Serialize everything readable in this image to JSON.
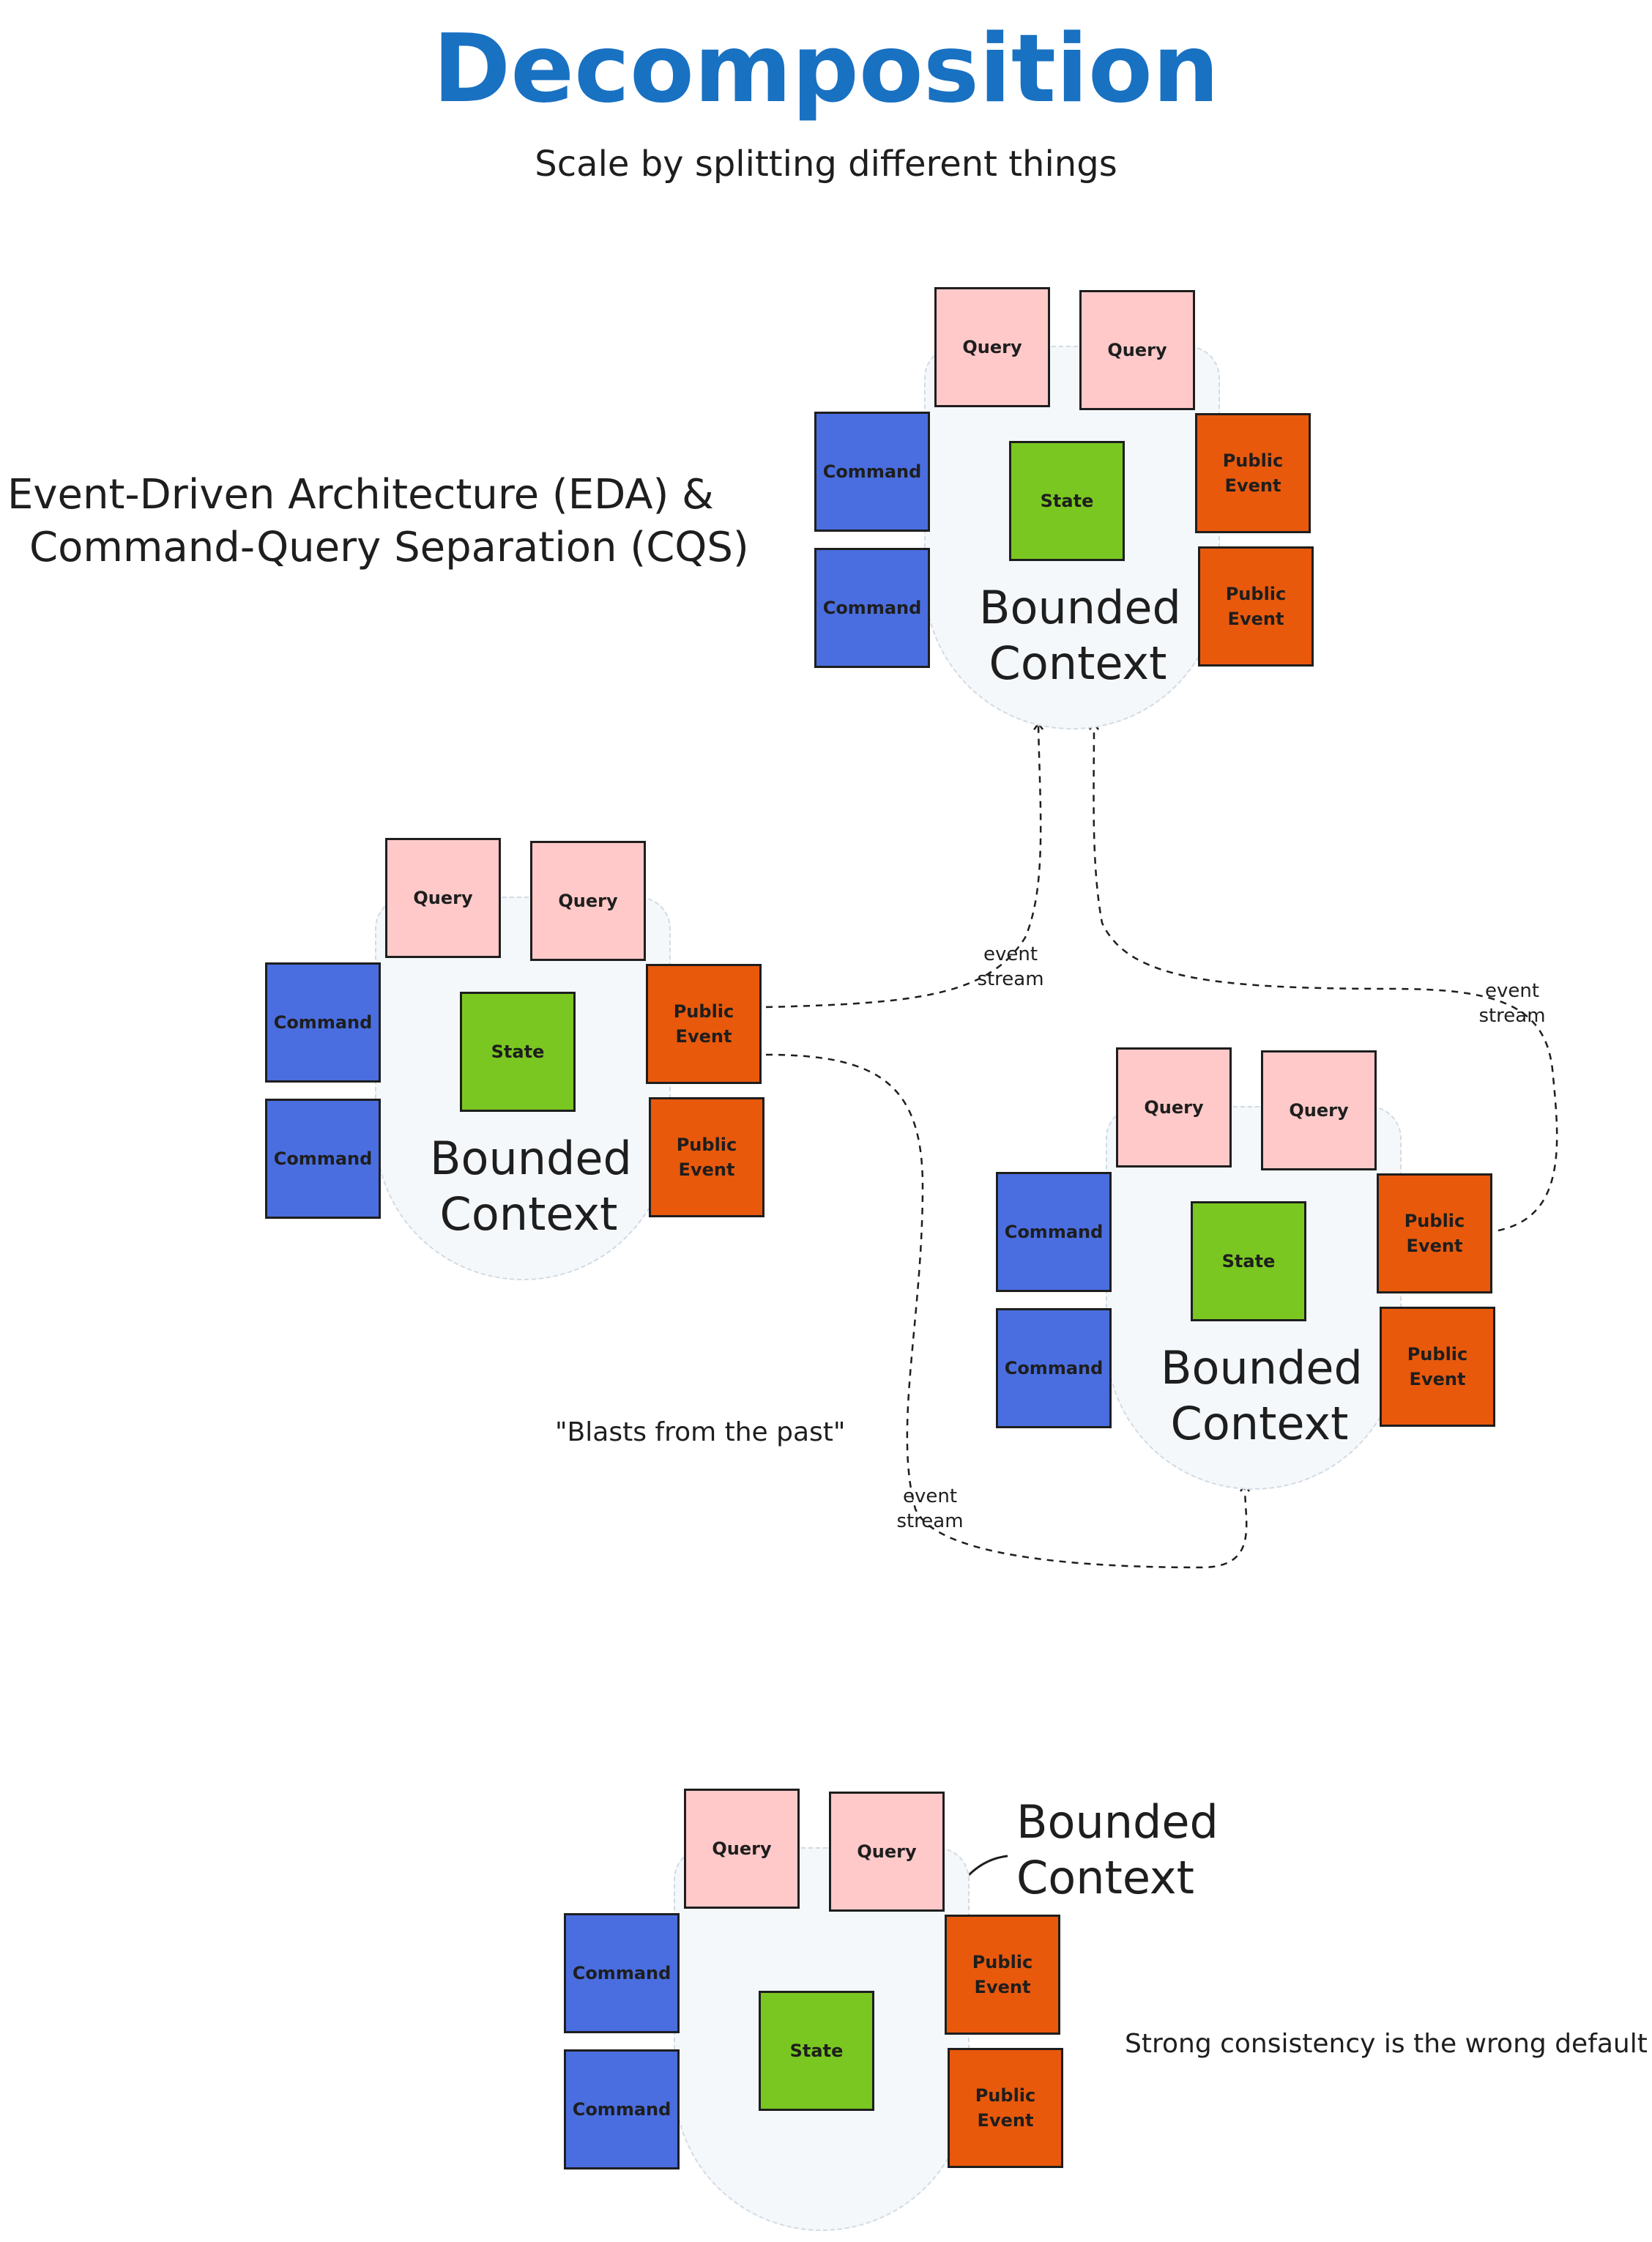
{
  "title": "Decomposition",
  "subtitle": "Scale by splitting different things",
  "heading": {
    "line1": "Event-Driven Architecture (EDA) &",
    "line2": "Command-Query Separation (CQS)"
  },
  "notes": {
    "blasts": "\"Blasts from the past\"",
    "consistency": "Strong consistency is the wrong default"
  },
  "edge_label": {
    "line1": "event",
    "line2": "stream"
  },
  "box_labels": {
    "query": "Query",
    "command": "Command",
    "state": "State",
    "public_event": {
      "line1": "Public",
      "line2": "Event"
    }
  },
  "context_label": {
    "line1": "Bounded",
    "line2": "Context"
  },
  "colors": {
    "title": "#1971c2",
    "query": "#ffc9c9",
    "command": "#4a6ee0",
    "state": "#7ac721",
    "public_event": "#e8590c",
    "stroke": "#1e1e1e"
  }
}
